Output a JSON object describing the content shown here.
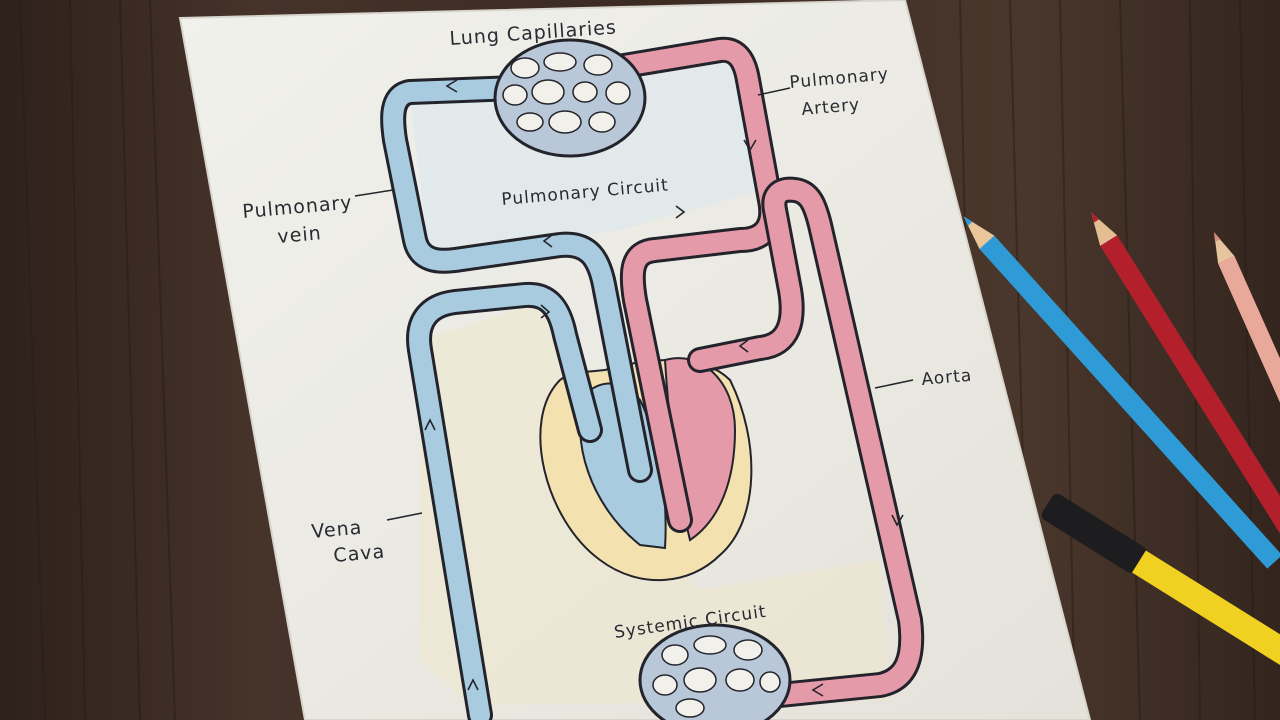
{
  "labels": {
    "lung_capillaries": "Lung Capillaries",
    "pulmonary_artery_line1": "Pulmonary",
    "pulmonary_artery_line2": "Artery",
    "pulmonary_vein_line1": "Pulmonary",
    "pulmonary_vein_line2": "vein",
    "pulmonary_circuit": "Pulmonary Circuit",
    "aorta": "Aorta",
    "vena_cava_line1": "Vena",
    "vena_cava_line2": "Cava",
    "systemic_circuit": "Systemic Circuit"
  },
  "colors": {
    "table": "#3b2a22",
    "paper": "#ecebe4",
    "oxygenated_blood": "#e59aaa",
    "deoxygenated_blood": "#a9cbe0",
    "heart_wall": "#f1e3b4",
    "outline": "#23232b"
  },
  "pencils": [
    {
      "name": "blue-pencil",
      "color": "#2f9bd6"
    },
    {
      "name": "red-pencil",
      "color": "#b3202c"
    },
    {
      "name": "pink-pencil",
      "color": "#e8a99a"
    },
    {
      "name": "yellow-pencil",
      "color": "#f0d020"
    }
  ]
}
